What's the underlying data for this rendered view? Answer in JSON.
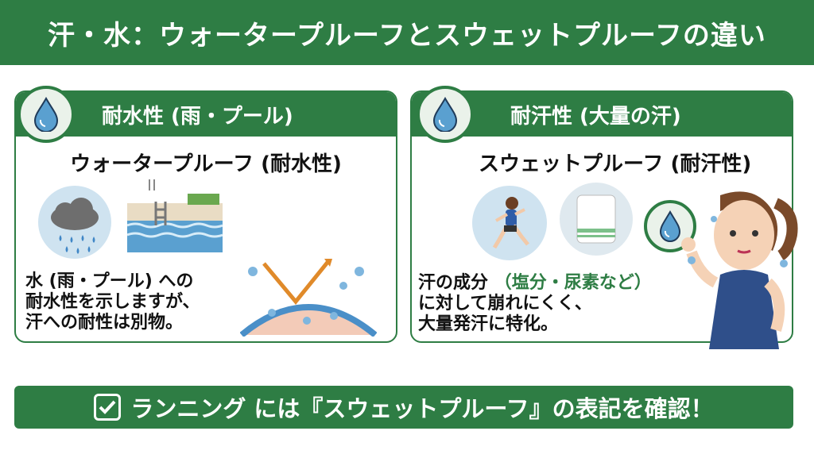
{
  "title": "汗・水：ウォータープルーフとスウェットプルーフの違い",
  "left_panel": {
    "header": "耐水性 (雨・プール)",
    "subtitle": "ウォータープルーフ (耐水性)",
    "lines": [
      "水 (雨・プール) への",
      "耐水性を示しますが、",
      "汗への耐性は別物。"
    ]
  },
  "right_panel": {
    "header": "耐汗性 (大量の汗)",
    "subtitle": "スウェットプルーフ (耐汗性)",
    "line1_a": "汗の成分",
    "line1_b": "（塩分・尿素など）",
    "line2": "に対して崩れにくく、",
    "line3": "大量発汗に特化。"
  },
  "footer": {
    "text": "ランニング には『スウェットプルーフ』の表記を確認！"
  },
  "colors": {
    "green": "#2e7d44",
    "blue": "#5aa0d0",
    "orange": "#e08a2a"
  },
  "icons": [
    "water-drop-icon",
    "rain-cloud-icon",
    "pool-icon",
    "repel-arrow-icon",
    "runner-icon",
    "towel-icon",
    "woman-icon",
    "checkbox-icon"
  ]
}
